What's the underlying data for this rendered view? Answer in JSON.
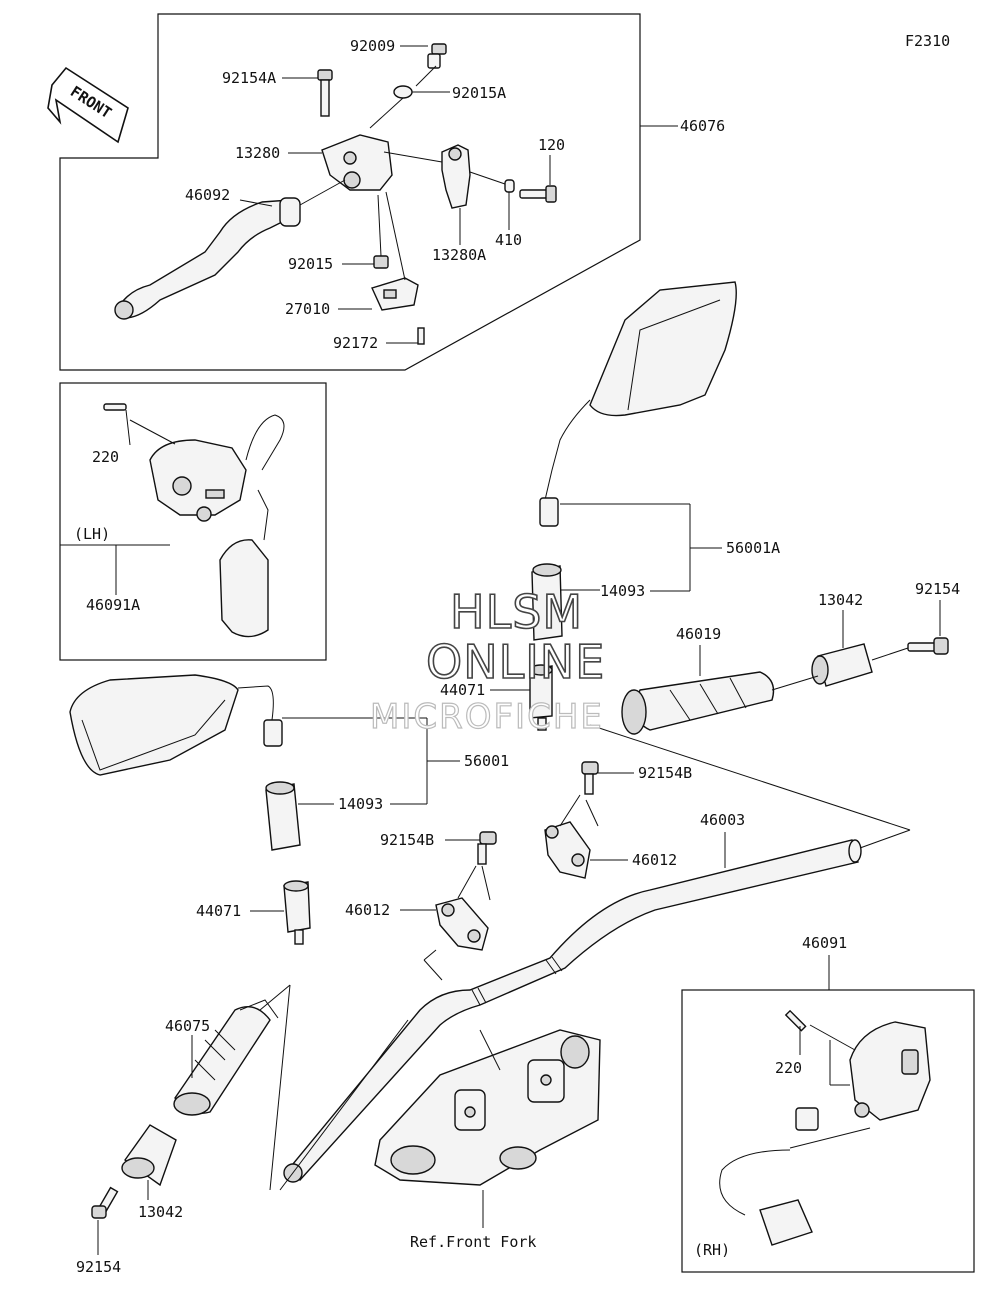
{
  "figure_code": "F2310",
  "front_arrow_label": "FRONT",
  "part_labels": {
    "p92009": "92009",
    "p92154A": "92154A",
    "p92015A": "92015A",
    "p13280": "13280",
    "p46076": "46076",
    "p120": "120",
    "p46092": "46092",
    "p13280A": "13280A",
    "p410": "410",
    "p92015": "92015",
    "p27010": "27010",
    "p92172": "92172",
    "p220_lh": "220",
    "p46091A": "46091A",
    "p56001A": "56001A",
    "p14093_a": "14093",
    "p92154_top": "92154",
    "p13042_top": "13042",
    "p46019": "46019",
    "p44071_a": "44071",
    "p56001": "56001",
    "p14093_b": "14093",
    "p92154B_a": "92154B",
    "p92154B_b": "92154B",
    "p46003": "46003",
    "p46012_a": "46012",
    "p46012_b": "46012",
    "p44071_b": "44071",
    "p46091": "46091",
    "p46075": "46075",
    "p220_rh": "220",
    "p13042_bottom": "13042",
    "p92154_bottom": "92154",
    "ref_front_fork": "Ref.Front Fork"
  },
  "side_labels": {
    "lh": "(LH)",
    "rh": "(RH)"
  },
  "watermark": {
    "line1": "HLSM",
    "line2": "ONLINE",
    "line3": "MICROFICHE"
  }
}
